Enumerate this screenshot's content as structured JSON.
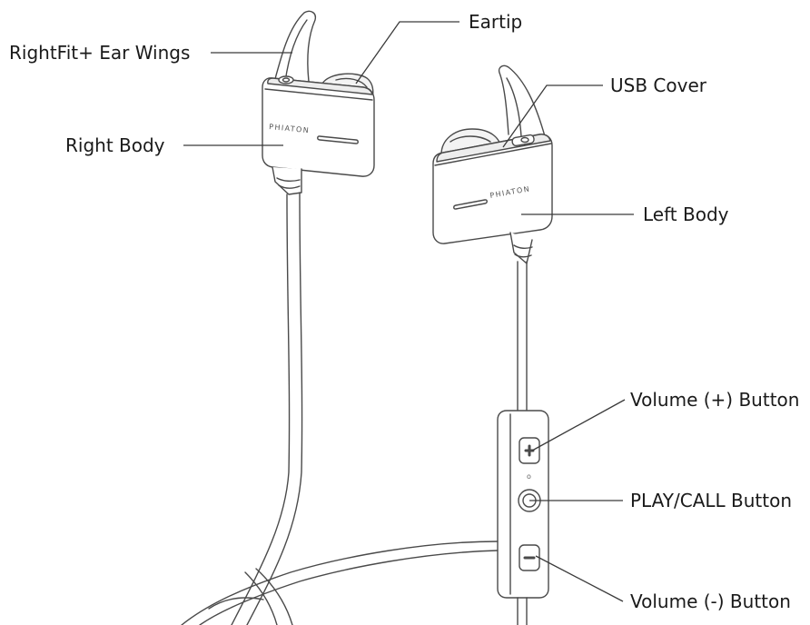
{
  "labels": {
    "ear_wings": "RightFit+ Ear Wings",
    "eartip": "Eartip",
    "right_body": "Right Body",
    "usb_cover": "USB Cover",
    "left_body": "Left Body",
    "volume_up": "Volume (+) Button",
    "play_call": "PLAY/CALL Button",
    "volume_down": "Volume (-) Button"
  },
  "brand": {
    "right": "PHIATON",
    "left": "PHIATON"
  },
  "remote_mic_mark": "o",
  "colors": {
    "line": "#3a3a3a",
    "outline": "#4a4a4a",
    "body_fill": "#ffffff",
    "shade": "#ededed"
  }
}
